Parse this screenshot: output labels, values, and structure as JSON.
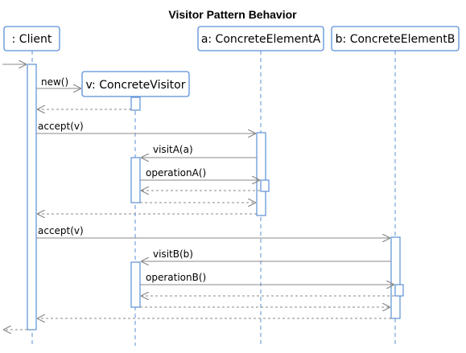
{
  "diagram": {
    "title": "Visitor Pattern Behavior",
    "type": "sequence-diagram",
    "participants": {
      "client": ": Client",
      "visitor": "v: ConcreteVisitor",
      "element_a": "a: ConcreteElementA",
      "element_b": "b: ConcreteElementB"
    },
    "messages": {
      "new": "new()",
      "accept_a": "accept(v)",
      "visit_a": "visitA(a)",
      "operation_a": "operationA()",
      "accept_b": "accept(v)",
      "visit_b": "visitB(b)",
      "operation_b": "operationB()"
    },
    "colors": {
      "lifeline": "#5b8fd6",
      "message_line": "#888888"
    }
  }
}
